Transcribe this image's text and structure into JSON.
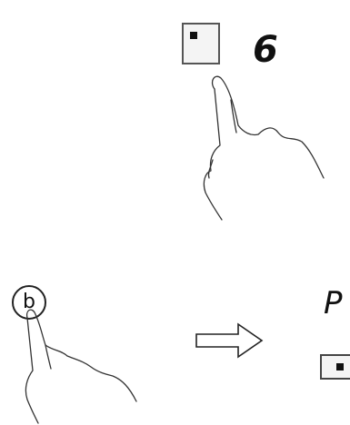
{
  "step1": {
    "button_icon": "square-with-dot-icon",
    "display_value": "6"
  },
  "step2": {
    "button_letter": "b",
    "arrow_icon": "right-arrow-icon",
    "display_value": "P",
    "result_button_icon": "square-with-dot-icon"
  }
}
